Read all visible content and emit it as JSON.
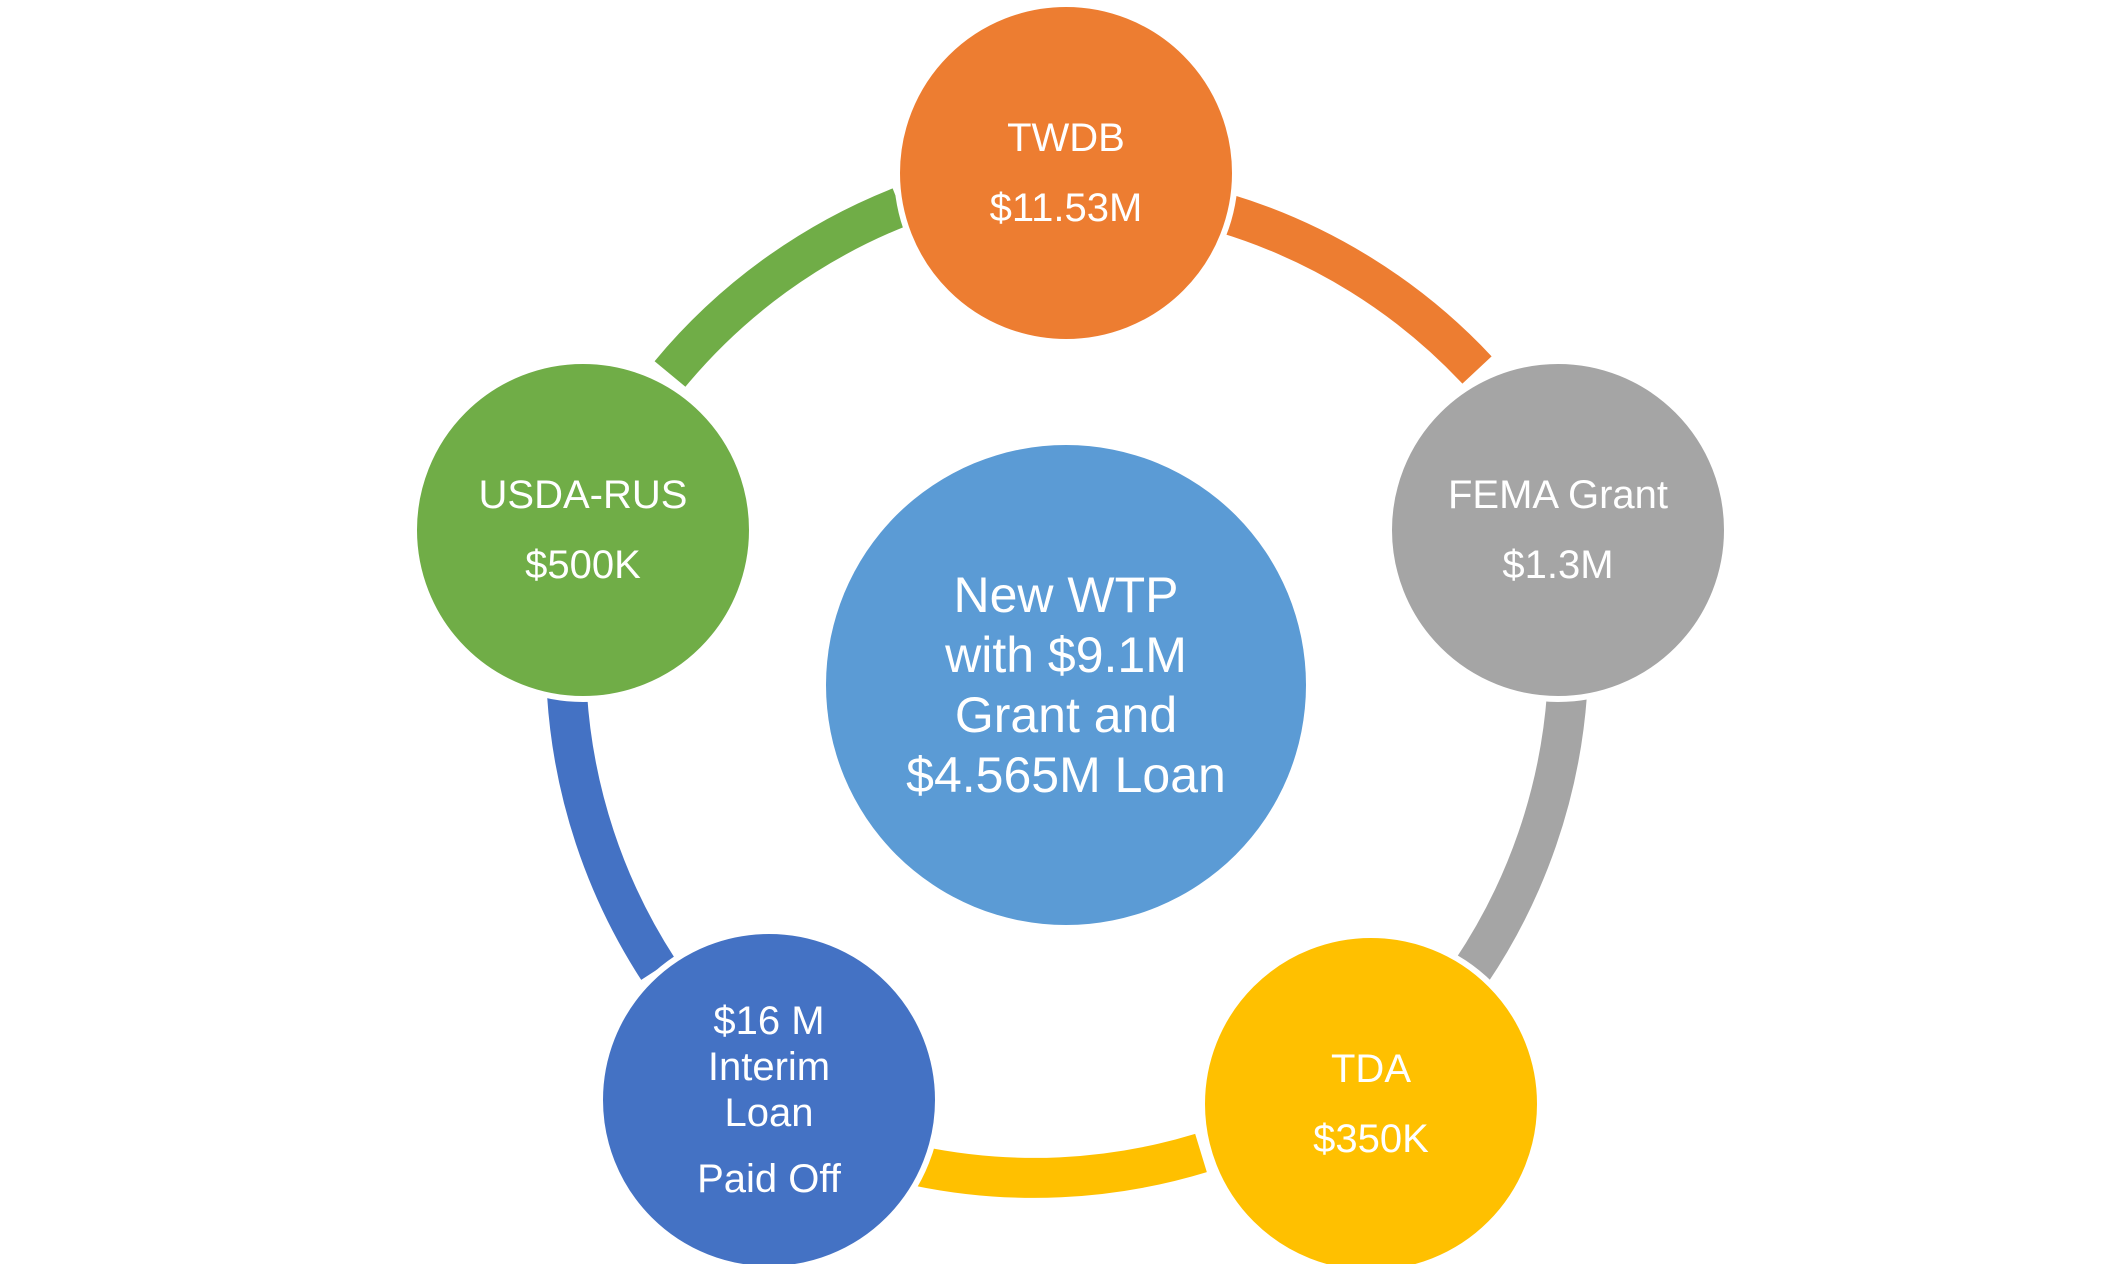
{
  "center": {
    "lines": [
      "New WTP",
      "with $9.1M",
      "Grant and",
      "$4.565M Loan"
    ],
    "color": "#5B9BD5"
  },
  "nodes": [
    {
      "id": "twdb",
      "lines": [
        "TWDB",
        "$11.53M"
      ],
      "color": "#ED7D31"
    },
    {
      "id": "fema",
      "lines": [
        "FEMA Grant",
        "$1.3M"
      ],
      "color": "#A5A5A5"
    },
    {
      "id": "tda",
      "lines": [
        "TDA",
        "$350K"
      ],
      "color": "#FFC000"
    },
    {
      "id": "interim",
      "lines": [
        "$16 M",
        "Interim",
        "Loan",
        "Paid Off"
      ],
      "color": "#4472C4"
    },
    {
      "id": "usda",
      "lines": [
        "USDA-RUS",
        "$500K"
      ],
      "color": "#70AD47"
    }
  ]
}
